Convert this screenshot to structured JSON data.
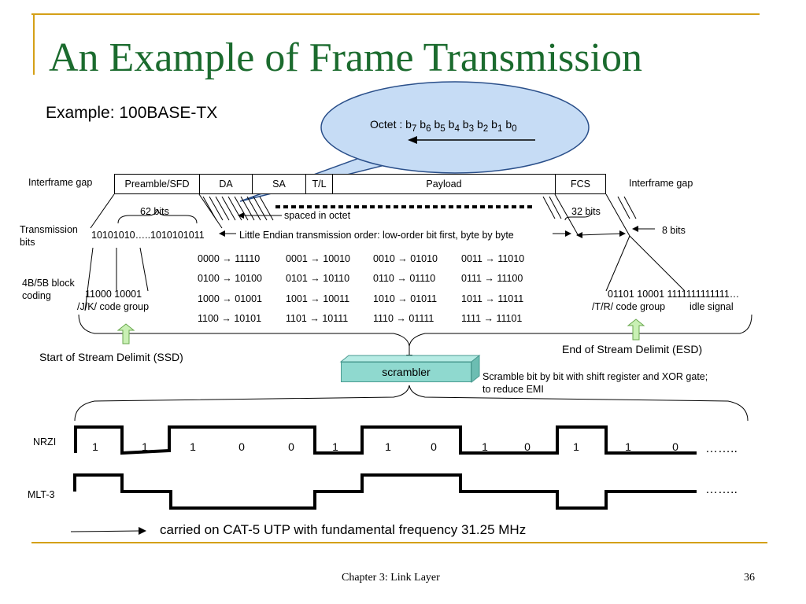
{
  "title": "An Example of Frame Transmission",
  "subtitle": "Example: 100BASE-TX",
  "callout": {
    "text": "Octet : b",
    "subs": [
      "7",
      "6",
      "5",
      "4",
      "3",
      "2",
      "1",
      "0"
    ]
  },
  "frame_fields": [
    "Preamble/SFD",
    "DA",
    "SA",
    "T/L",
    "Payload",
    "FCS"
  ],
  "labels": {
    "interframe_gap_left": "Interframe gap",
    "interframe_gap_right": "Interframe gap",
    "bits62": "62 bits",
    "bits32": "32 bits",
    "bits8": "8 bits",
    "spaced": "spaced in octet",
    "transmission_bits": "Transmission bits",
    "preamble_bits": "10101010…..1010101011",
    "little_endian": "Little Endian transmission order: low-order bit first, byte by byte",
    "block_coding": "4B/5B block coding",
    "jk_bits": "11000 10001",
    "jk_label": "/J/K/ code group",
    "tr_bits": "01101 10001 1111111111111…",
    "tr_label": "/T/R/ code group",
    "idle": "idle signal",
    "ssd": "Start of Stream Delimit (SSD)",
    "esd": "End of Stream Delimit (ESD)",
    "scrambler": "scrambler",
    "scramble_desc": "Scramble bit by bit with shift register and XOR gate; to reduce EMI",
    "nrzi": "NRZI",
    "mlt3": "MLT-3",
    "dots1": "……..",
    "dots2": "……..",
    "cat5": "carried on CAT-5 UTP with fundamental frequency 31.25 MHz"
  },
  "code_table": [
    [
      "0000 → 11110",
      "0001 → 10010",
      "0010 → 01010",
      "0011 → 11010"
    ],
    [
      "0100 → 10100",
      "0101 → 10110",
      "0110 → 01110",
      "0111 → 11100"
    ],
    [
      "1000 → 01001",
      "1001 → 10011",
      "1010 → 01011",
      "1011 → 11011"
    ],
    [
      "1100 → 10101",
      "1101 → 10111",
      "1110 → 01111",
      "1111 → 11101"
    ]
  ],
  "bit_sequence": [
    "1",
    "1",
    "1",
    "0",
    "0",
    "1",
    "1",
    "0",
    "1",
    "0",
    "1",
    "1",
    "0"
  ],
  "footer": {
    "chapter": "Chapter 3: Link Layer",
    "page": "36"
  },
  "colors": {
    "title": "#1b6b2e",
    "rule": "#d4a017",
    "callout_fill": "#c6dcf5",
    "scrambler": "#8fd9cf",
    "arrow_fill": "#c9f0b4"
  }
}
